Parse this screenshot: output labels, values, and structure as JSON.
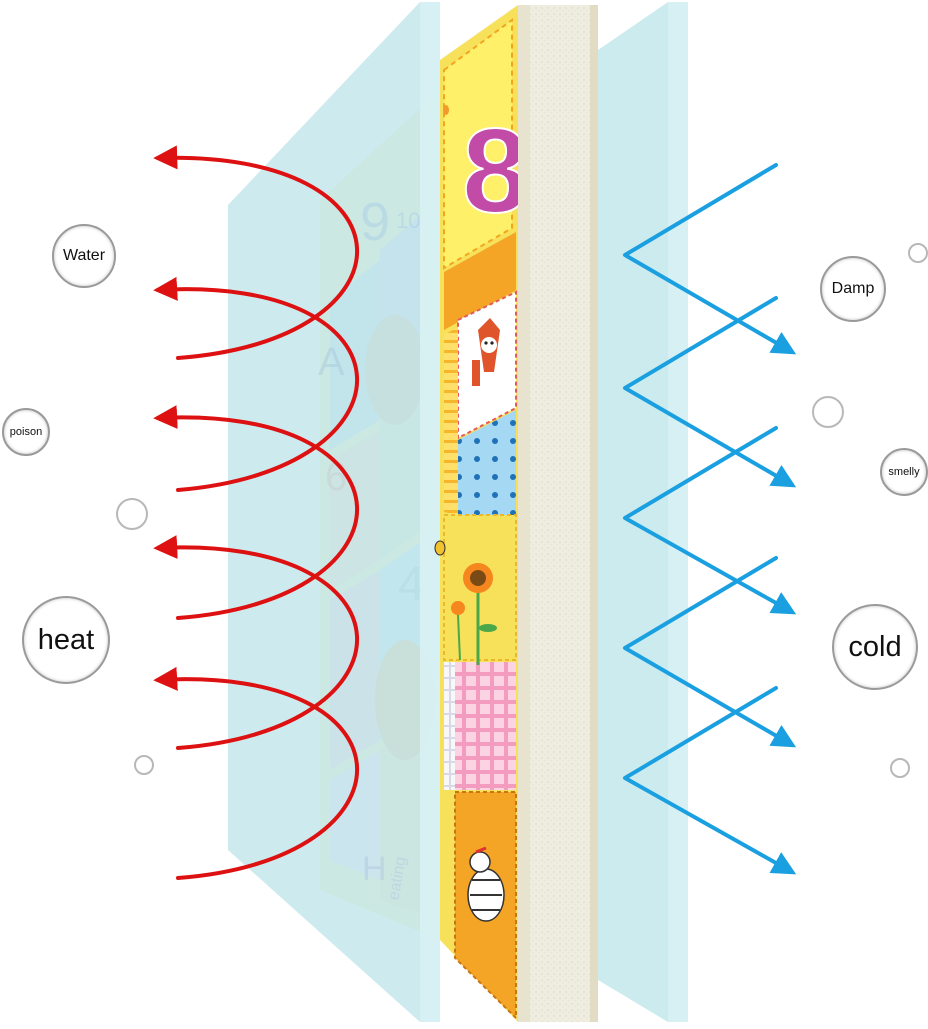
{
  "labels": {
    "water": "Water",
    "poison": "poison",
    "heat": "heat",
    "damp": "Damp",
    "smelly": "smelly",
    "cold": "cold"
  },
  "tiles": {
    "number_8": "8",
    "number_9": "9",
    "number_10": "10",
    "number_4": "4",
    "number_6": "6",
    "letter_a": "A",
    "letter_h": "H",
    "word_heating": "eating"
  },
  "colors": {
    "heat_arrow": "#dd1111",
    "cold_arrow": "#1aa0e0",
    "glass_panel": "#bfe6ea",
    "foam_layer": "#f0ede0",
    "print_yellow": "#f7e15a",
    "print_orange": "#f4a526",
    "print_pink": "#f6b7cf",
    "print_blue": "#9fd4f2"
  },
  "icons": [
    "fox-icon",
    "flower-icon",
    "zebra-icon",
    "bear-icon",
    "lion-icon",
    "bee-icon"
  ]
}
